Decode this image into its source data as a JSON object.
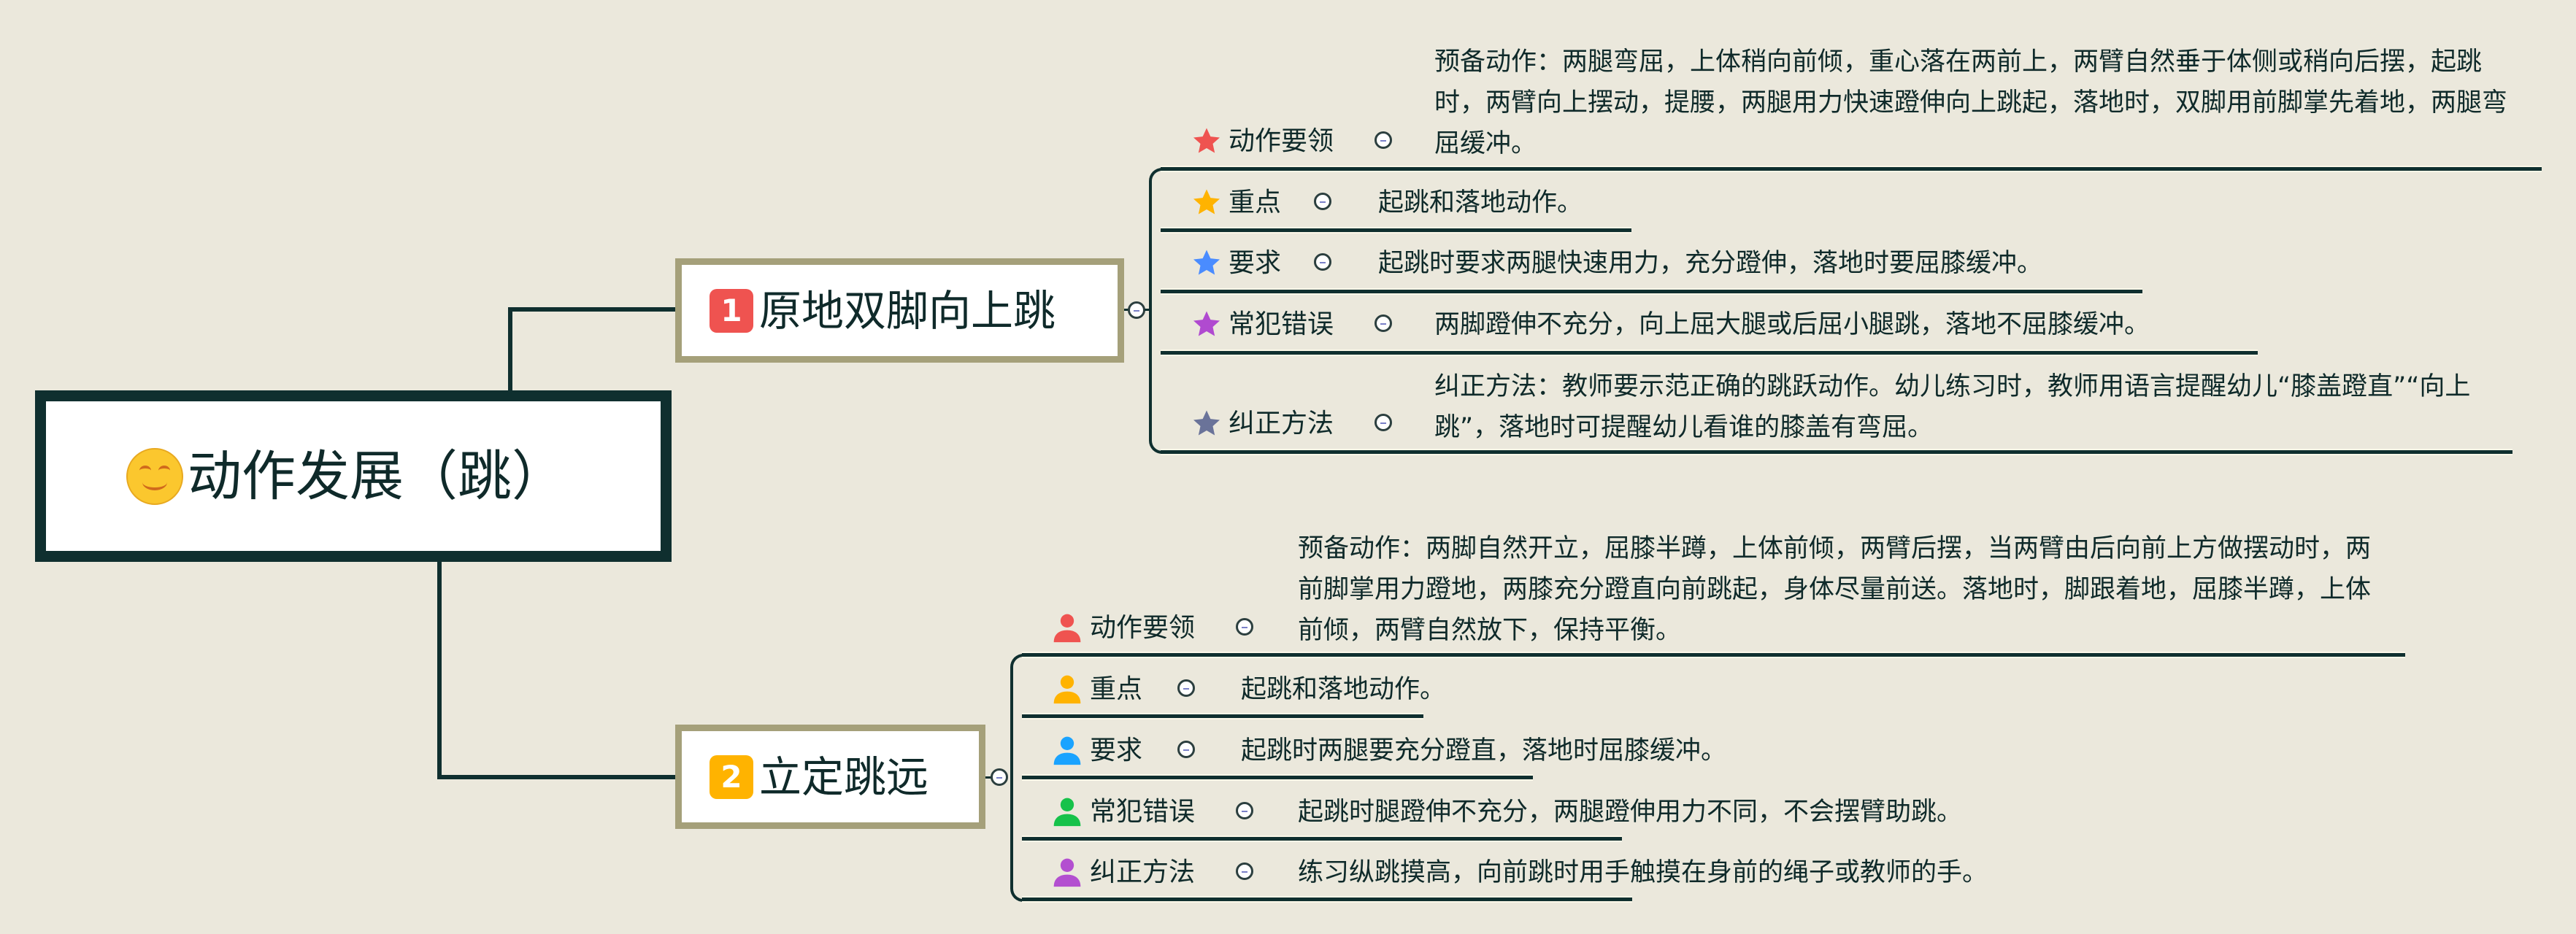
{
  "root": {
    "emoji": "smiling-face",
    "title": "动作发展（跳）"
  },
  "colors": {
    "background": "#ebe8dc",
    "line": "#0f2f2f",
    "branch_border": "#a5a07a",
    "badge1": "#ef5350",
    "badge2": "#ffb300"
  },
  "branches": [
    {
      "badge": "1",
      "title": "原地双脚向上跳",
      "icon_type": "star",
      "items": [
        {
          "label": "动作要领",
          "icon_color": "#ef5350",
          "text": "预备动作：两腿弯屈，上体稍向前倾，重心落在两前上，两臂自然垂于体侧或稍向后摆，起跳时，两臂向上摆动，提腰，两腿用力快速蹬伸向上跳起，落地时，双脚用前脚掌先着地，两腿弯屈缓冲。"
        },
        {
          "label": "重点",
          "icon_color": "#ffb300",
          "text": "起跳和落地动作。"
        },
        {
          "label": "要求",
          "icon_color": "#4a8cff",
          "text": "起跳时要求两腿快速用力，充分蹬伸，落地时要屈膝缓冲。"
        },
        {
          "label": "常犯错误",
          "icon_color": "#b04ad0",
          "text": "两脚蹬伸不充分，向上屈大腿或后屈小腿跳，落地不屈膝缓冲。"
        },
        {
          "label": "纠正方法",
          "icon_color": "#6a7399",
          "text": "纠正方法：教师要示范正确的跳跃动作。幼儿练习时，教师用语言提醒幼儿“膝盖蹬直”“向上跳”，落地时可提醒幼儿看谁的膝盖有弯屈。"
        }
      ]
    },
    {
      "badge": "2",
      "title": "立定跳远",
      "icon_type": "person",
      "items": [
        {
          "label": "动作要领",
          "icon_color": "#ef5350",
          "text": "预备动作：两脚自然开立，屈膝半蹲，上体前倾，两臂后摆，当两臂由后向前上方做摆动时，两前脚掌用力蹬地，两膝充分蹬直向前跳起，身体尽量前送。落地时，脚跟着地，屈膝半蹲，上体前倾，两臂自然放下，保持平衡。"
        },
        {
          "label": "重点",
          "icon_color": "#ffb300",
          "text": "起跳和落地动作。"
        },
        {
          "label": "要求",
          "icon_color": "#1aa3ff",
          "text": "起跳时两腿要充分蹬直，落地时屈膝缓冲。"
        },
        {
          "label": "常犯错误",
          "icon_color": "#16c24a",
          "text": "起跳时腿蹬伸不充分，两腿蹬伸用力不同，不会摆臂助跳。"
        },
        {
          "label": "纠正方法",
          "icon_color": "#b34fd0",
          "text": "练习纵跳摸高，向前跳时用手触摸在身前的绳子或教师的手。"
        }
      ]
    }
  ]
}
